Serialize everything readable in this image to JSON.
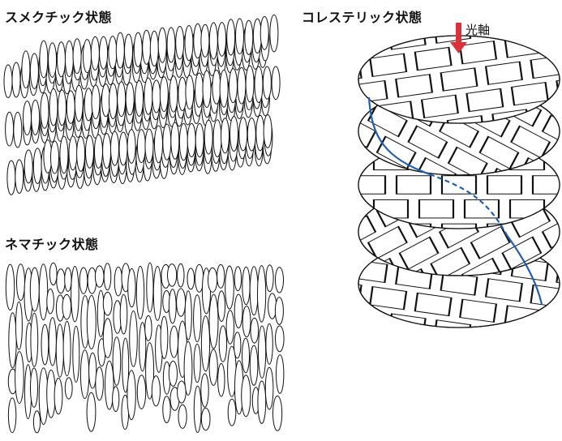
{
  "titles": {
    "smectic": "スメクチック状態",
    "nematic": "ネマチック状態",
    "cholesteric": "コレステリック状態"
  },
  "axis_label": "光軸",
  "colors": {
    "ink": "#111111",
    "helix": "#1f5fb0",
    "arrow": "#d9323a",
    "paper": "#ffffff"
  },
  "icons": {
    "axis_arrow": "down-arrow-icon"
  }
}
